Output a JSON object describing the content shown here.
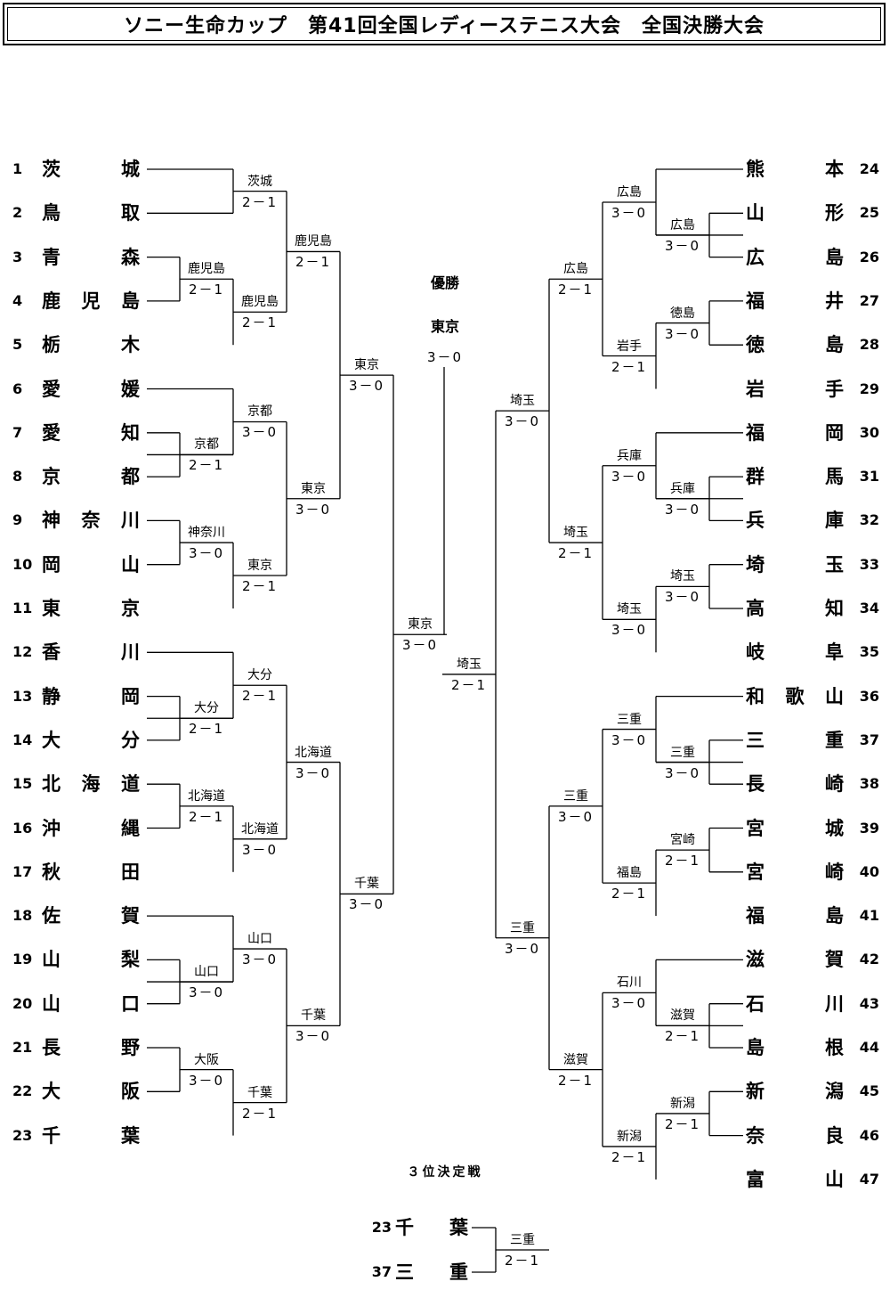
{
  "title": "ソニー生命カップ　第41回全国レディーステニス大会　全国決勝大会",
  "left_teams": [
    {
      "no": "1",
      "chars": [
        "茨",
        "城"
      ]
    },
    {
      "no": "2",
      "chars": [
        "鳥",
        "取"
      ]
    },
    {
      "no": "3",
      "chars": [
        "青",
        "森"
      ]
    },
    {
      "no": "4",
      "chars": [
        "鹿",
        "児",
        "島"
      ]
    },
    {
      "no": "5",
      "chars": [
        "栃",
        "木"
      ]
    },
    {
      "no": "6",
      "chars": [
        "愛",
        "媛"
      ]
    },
    {
      "no": "7",
      "chars": [
        "愛",
        "知"
      ]
    },
    {
      "no": "8",
      "chars": [
        "京",
        "都"
      ]
    },
    {
      "no": "9",
      "chars": [
        "神",
        "奈",
        "川"
      ]
    },
    {
      "no": "10",
      "chars": [
        "岡",
        "山"
      ]
    },
    {
      "no": "11",
      "chars": [
        "東",
        "京"
      ]
    },
    {
      "no": "12",
      "chars": [
        "香",
        "川"
      ]
    },
    {
      "no": "13",
      "chars": [
        "静",
        "岡"
      ]
    },
    {
      "no": "14",
      "chars": [
        "大",
        "分"
      ]
    },
    {
      "no": "15",
      "chars": [
        "北",
        "海",
        "道"
      ]
    },
    {
      "no": "16",
      "chars": [
        "沖",
        "縄"
      ]
    },
    {
      "no": "17",
      "chars": [
        "秋",
        "田"
      ]
    },
    {
      "no": "18",
      "chars": [
        "佐",
        "賀"
      ]
    },
    {
      "no": "19",
      "chars": [
        "山",
        "梨"
      ]
    },
    {
      "no": "20",
      "chars": [
        "山",
        "口"
      ]
    },
    {
      "no": "21",
      "chars": [
        "長",
        "野"
      ]
    },
    {
      "no": "22",
      "chars": [
        "大",
        "阪"
      ]
    },
    {
      "no": "23",
      "chars": [
        "千",
        "葉"
      ]
    }
  ],
  "right_teams": [
    {
      "no": "24",
      "chars": [
        "熊",
        "本"
      ]
    },
    {
      "no": "25",
      "chars": [
        "山",
        "形"
      ]
    },
    {
      "no": "26",
      "chars": [
        "広",
        "島"
      ]
    },
    {
      "no": "27",
      "chars": [
        "福",
        "井"
      ]
    },
    {
      "no": "28",
      "chars": [
        "徳",
        "島"
      ]
    },
    {
      "no": "29",
      "chars": [
        "岩",
        "手"
      ]
    },
    {
      "no": "30",
      "chars": [
        "福",
        "岡"
      ]
    },
    {
      "no": "31",
      "chars": [
        "群",
        "馬"
      ]
    },
    {
      "no": "32",
      "chars": [
        "兵",
        "庫"
      ]
    },
    {
      "no": "33",
      "chars": [
        "埼",
        "玉"
      ]
    },
    {
      "no": "34",
      "chars": [
        "高",
        "知"
      ]
    },
    {
      "no": "35",
      "chars": [
        "岐",
        "阜"
      ]
    },
    {
      "no": "36",
      "chars": [
        "和",
        "歌",
        "山"
      ]
    },
    {
      "no": "37",
      "chars": [
        "三",
        "重"
      ]
    },
    {
      "no": "38",
      "chars": [
        "長",
        "崎"
      ]
    },
    {
      "no": "39",
      "chars": [
        "宮",
        "城"
      ]
    },
    {
      "no": "40",
      "chars": [
        "宮",
        "崎"
      ]
    },
    {
      "no": "41",
      "chars": [
        "福",
        "島"
      ]
    },
    {
      "no": "42",
      "chars": [
        "滋",
        "賀"
      ]
    },
    {
      "no": "43",
      "chars": [
        "石",
        "川"
      ]
    },
    {
      "no": "44",
      "chars": [
        "島",
        "根"
      ]
    },
    {
      "no": "45",
      "chars": [
        "新",
        "潟"
      ]
    },
    {
      "no": "46",
      "chars": [
        "奈",
        "良"
      ]
    },
    {
      "no": "47",
      "chars": [
        "富",
        "山"
      ]
    }
  ],
  "results": [
    {
      "winner": "茨城",
      "score": "2－1"
    },
    {
      "winner": "鹿児島",
      "score": "2－1"
    },
    {
      "winner": "鹿児島",
      "score": "2－1"
    },
    {
      "winner": "鹿児島",
      "score": "2－1"
    },
    {
      "winner": "京都",
      "score": "2－1"
    },
    {
      "winner": "京都",
      "score": "3－0"
    },
    {
      "winner": "神奈川",
      "score": "3－0"
    },
    {
      "winner": "東京",
      "score": "2－1"
    },
    {
      "winner": "東京",
      "score": "3－0"
    },
    {
      "winner": "東京",
      "score": "3－0"
    },
    {
      "winner": "大分",
      "score": "2－1"
    },
    {
      "winner": "大分",
      "score": "2－1"
    },
    {
      "winner": "北海道",
      "score": "2－1"
    },
    {
      "winner": "北海道",
      "score": "3－0"
    },
    {
      "winner": "北海道",
      "score": "3－0"
    },
    {
      "winner": "山口",
      "score": "3－0"
    },
    {
      "winner": "山口",
      "score": "3－0"
    },
    {
      "winner": "大阪",
      "score": "3－0"
    },
    {
      "winner": "千葉",
      "score": "2－1"
    },
    {
      "winner": "千葉",
      "score": "3－0"
    },
    {
      "winner": "千葉",
      "score": "3－0"
    },
    {
      "winner": "東京",
      "score": "3－0"
    },
    {
      "winner": "広島",
      "score": "3－0"
    },
    {
      "winner": "広島",
      "score": "3－0"
    },
    {
      "winner": "徳島",
      "score": "3－0"
    },
    {
      "winner": "岩手",
      "score": "2－1"
    },
    {
      "winner": "広島",
      "score": "2－1"
    },
    {
      "winner": "兵庫",
      "score": "3－0"
    },
    {
      "winner": "兵庫",
      "score": "3－0"
    },
    {
      "winner": "埼玉",
      "score": "3－0"
    },
    {
      "winner": "埼玉",
      "score": "3－0"
    },
    {
      "winner": "埼玉",
      "score": "2－1"
    },
    {
      "winner": "埼玉",
      "score": "3－0"
    },
    {
      "winner": "三重",
      "score": "3－0"
    },
    {
      "winner": "三重",
      "score": "3－0"
    },
    {
      "winner": "宮崎",
      "score": "2－1"
    },
    {
      "winner": "福島",
      "score": "2－1"
    },
    {
      "winner": "三重",
      "score": "3－0"
    },
    {
      "winner": "滋賀",
      "score": "2－1"
    },
    {
      "winner": "石川",
      "score": "3－0"
    },
    {
      "winner": "新潟",
      "score": "2－1"
    },
    {
      "winner": "新潟",
      "score": "2－1"
    },
    {
      "winner": "滋賀",
      "score": "2－1"
    },
    {
      "winner": "三重",
      "score": "3－0"
    },
    {
      "winner": "埼玉",
      "score": "2－1"
    },
    {
      "winner": "三重",
      "score": "2－1"
    }
  ],
  "championship": {
    "label": "優勝",
    "winner": "東京",
    "score": "3－0"
  },
  "third_place": {
    "label": "３位決定戦",
    "team_a": {
      "no": "23",
      "chars": [
        "千",
        "葉"
      ]
    },
    "team_b": {
      "no": "37",
      "chars": [
        "三",
        "重"
      ]
    }
  }
}
